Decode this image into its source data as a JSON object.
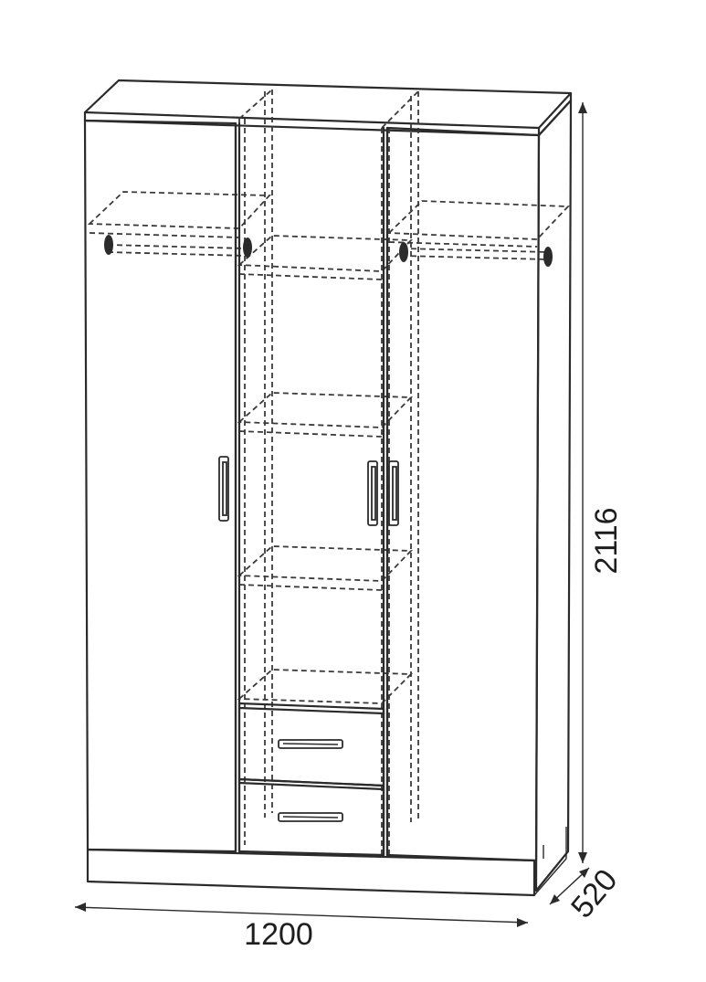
{
  "diagram": {
    "dimensions": {
      "width": "1200",
      "height": "2116",
      "depth": "520"
    },
    "components": {
      "doors": 3,
      "drawers": 2,
      "shelves_center": 4,
      "hanging_rails": 2
    }
  }
}
